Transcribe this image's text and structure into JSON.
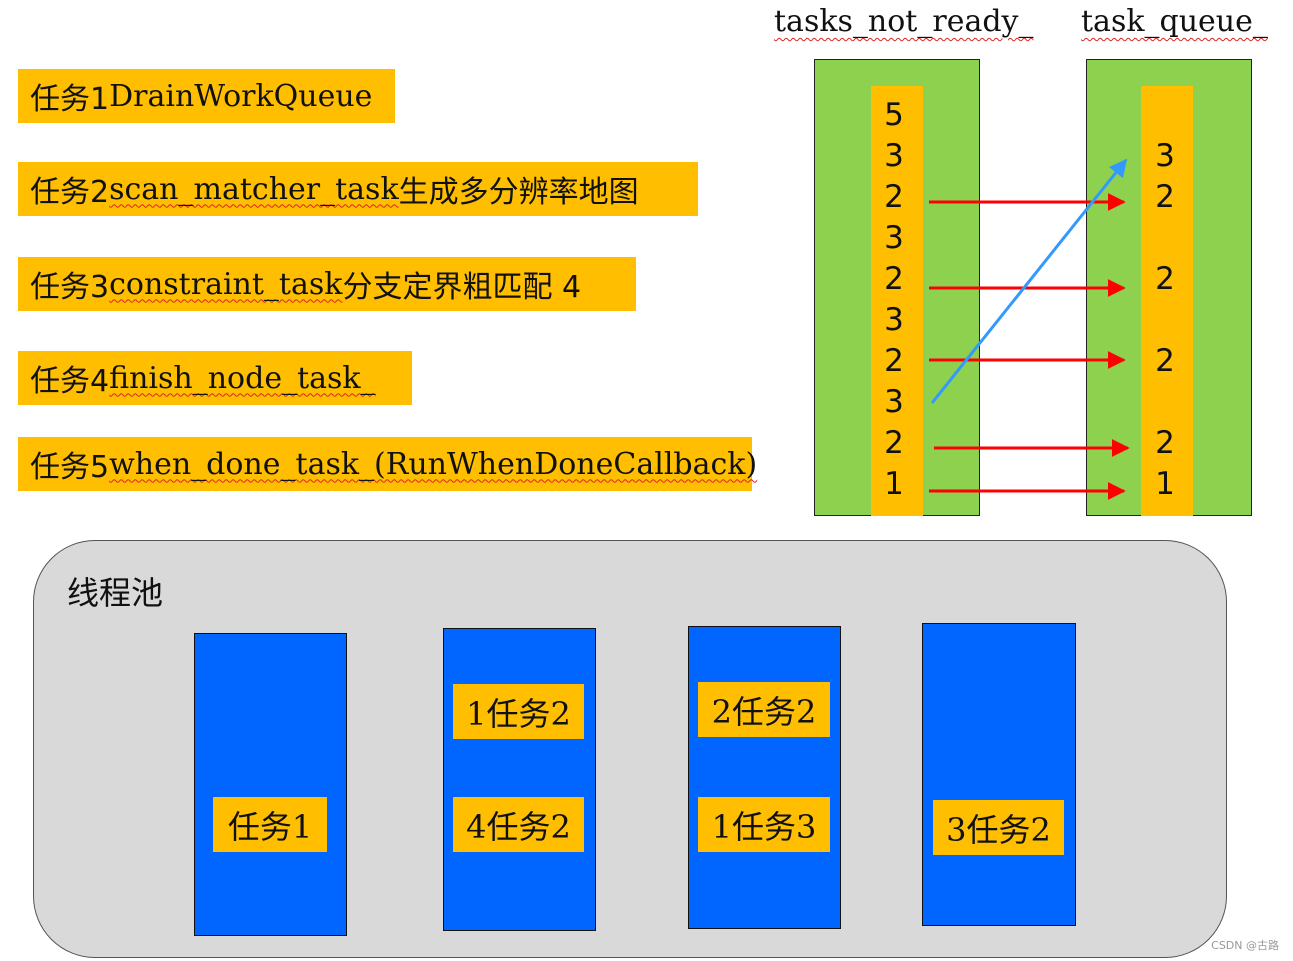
{
  "tasks": [
    {
      "cn": "任务1",
      "rest": " DrainWorkQueue",
      "code": "",
      "tail": ""
    },
    {
      "cn": "任务2",
      "rest": " ",
      "code": "scan_matcher_task",
      "tail": " 生成多分辨率地图"
    },
    {
      "cn": "任务3",
      "rest": " ",
      "code": "constraint_task",
      "tail": " 分支定界粗匹配 4"
    },
    {
      "cn": "任务4",
      "rest": " ",
      "code": "finish_node_task_",
      "tail": ""
    },
    {
      "cn": "任务5",
      "rest": " ",
      "code": "when_done_task_(RunWhenDoneCallback)",
      "tail": ""
    }
  ],
  "queues": {
    "left_title": "tasks_not_ready_",
    "right_title": "task_queue_",
    "left_items": [
      "5",
      "3",
      "2",
      "3",
      "2",
      "3",
      "2",
      "3",
      "2",
      "1"
    ],
    "right_items": [
      "3",
      "2",
      "2",
      "2",
      "2",
      "1"
    ]
  },
  "colors": {
    "task_bg": "#ffbf00",
    "queue_outer": "#8ed14f",
    "thread": "#0066ff",
    "arrow_red": "#ff0000",
    "arrow_blue": "#3399ff"
  },
  "pool": {
    "title": "线程池",
    "threads": [
      {
        "chips": [
          "任务1"
        ]
      },
      {
        "chips": [
          "1任务2",
          "4任务2"
        ]
      },
      {
        "chips": [
          "2任务2",
          "1任务3"
        ]
      },
      {
        "chips": [
          "3任务2"
        ]
      }
    ]
  },
  "watermark": "CSDN @古路"
}
